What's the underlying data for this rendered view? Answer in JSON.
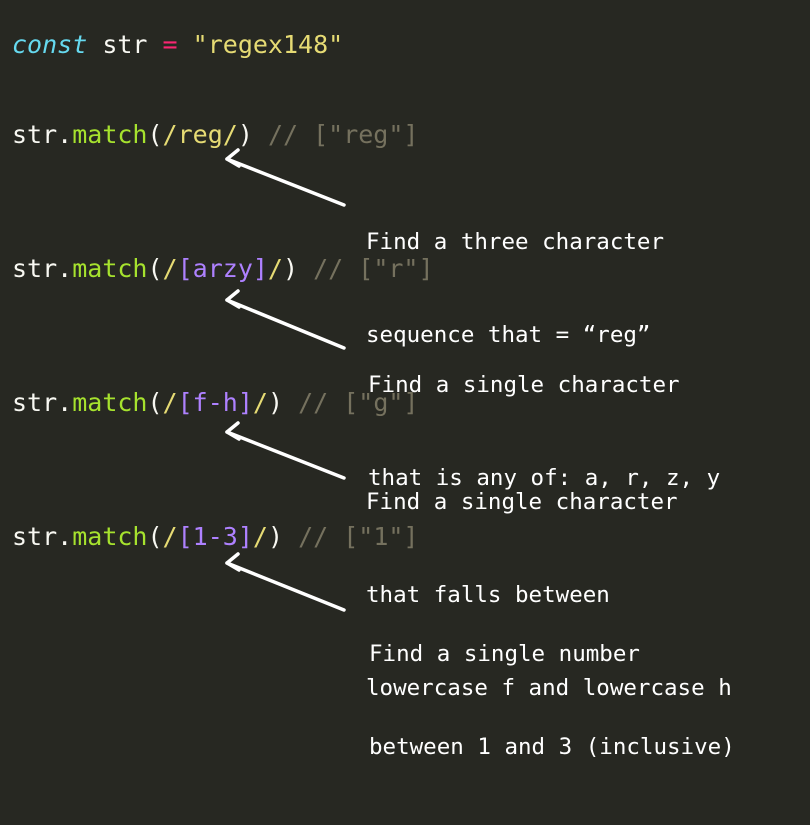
{
  "colors": {
    "background": "#272822",
    "keyword": "#66d9ef",
    "operator": "#f92672",
    "string": "#e6db74",
    "method": "#a6e22e",
    "regex_class": "#ae81ff",
    "comment": "#75715e",
    "annotation": "#ffffff"
  },
  "declaration": {
    "keyword": "const",
    "variable": "str",
    "operator": "=",
    "value": "\"regex148\""
  },
  "examples": [
    {
      "object": "str",
      "dot": ".",
      "method": "match",
      "open_paren": "(",
      "regex_open": "/",
      "regex_body": "reg",
      "regex_close": "/",
      "close_paren": ")",
      "comment": "// [\"reg\"]",
      "note": [
        "Find a three character",
        "sequence that = “reg”"
      ]
    },
    {
      "object": "str",
      "dot": ".",
      "method": "match",
      "open_paren": "(",
      "regex_open": "/",
      "regex_body": "[arzy]",
      "regex_close": "/",
      "close_paren": ")",
      "comment": "// [\"r\"]",
      "note": [
        "Find a single character",
        "that is any of: a, r, z, y"
      ]
    },
    {
      "object": "str",
      "dot": ".",
      "method": "match",
      "open_paren": "(",
      "regex_open": "/",
      "regex_body": "[f-h]",
      "regex_close": "/",
      "close_paren": ")",
      "comment": "// [\"g\"]",
      "note": [
        "Find a single character",
        "that falls between",
        "lowercase f and lowercase h"
      ]
    },
    {
      "object": "str",
      "dot": ".",
      "method": "match",
      "open_paren": "(",
      "regex_open": "/",
      "regex_body": "[1-3]",
      "regex_close": "/",
      "close_paren": ")",
      "comment": "// [\"1\"]",
      "note": [
        "Find a single number",
        "between 1 and 3 (inclusive)"
      ]
    }
  ]
}
